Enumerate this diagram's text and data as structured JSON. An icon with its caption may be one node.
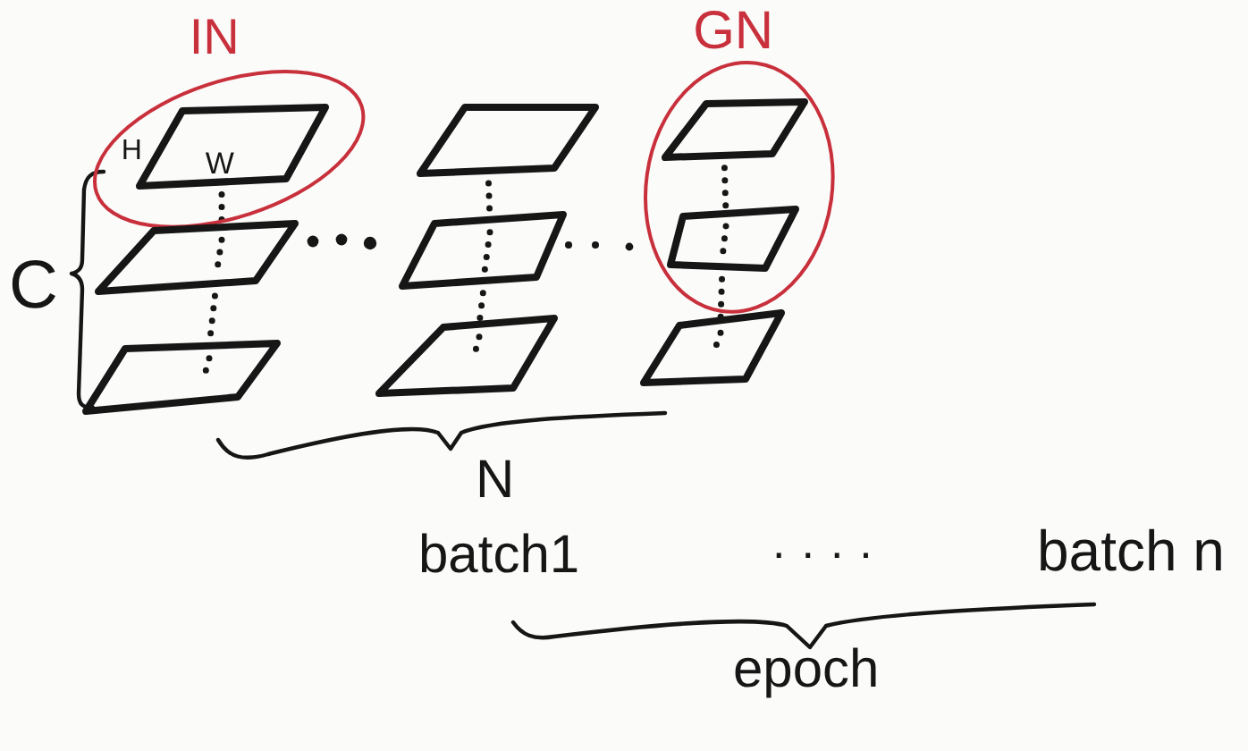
{
  "diagram": {
    "nodes": [
      {
        "text": [
          "IN"
        ]
      },
      {
        "text": [
          "W"
        ],
        "in": 0,
        "beside": [
          "H"
        ]
      },
      {
        "text": [],
        "shape": "parallelogram"
      },
      {
        "text": [
          "GN"
        ]
      },
      {
        "text": [],
        "shape": "parallelogram",
        "in": 3
      },
      {
        "text": [],
        "shape": "parallelogram"
      },
      {
        "text": [],
        "shape": "parallelogram"
      },
      {
        "text": [],
        "shape": "parallelogram",
        "in": 3
      },
      {
        "text": [],
        "shape": "parallelogram"
      },
      {
        "text": [],
        "shape": "parallelogram"
      },
      {
        "text": [],
        "shape": "parallelogram"
      }
    ],
    "edges": [
      {
        "from": 1,
        "to": 5,
        "arrow": "none",
        "style": "dashed"
      },
      {
        "from": 5,
        "to": 8,
        "arrow": "none",
        "style": "dashed"
      },
      {
        "from": 2,
        "to": 6,
        "arrow": "none",
        "style": "dashed"
      },
      {
        "from": 6,
        "to": 9,
        "arrow": "none",
        "style": "dashed"
      },
      {
        "from": 4,
        "to": 7,
        "arrow": "none",
        "style": "dashed"
      },
      {
        "from": 7,
        "to": 10,
        "arrow": "none",
        "style": "dashed"
      }
    ],
    "labels": [
      "C",
      "N",
      "batch1",
      "....",
      "batch n",
      "epoch"
    ]
  }
}
